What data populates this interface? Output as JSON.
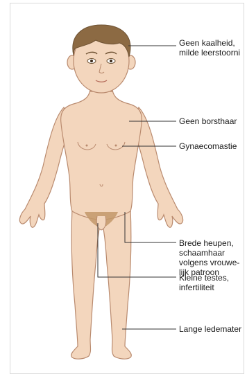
{
  "labels": {
    "baldness": "Geen kaalheid,\nmilde leerstoorni",
    "chest_hair": "Geen borsthaar",
    "gynecomastia": "Gynaecomastie",
    "hips": "Brede heupen,\nschaamhaar\nvolgens vrouwe-\nlijk patroon",
    "testes": "Kleine testes,\ninfertiliteit",
    "limbs": "Lange ledemater"
  },
  "colors": {
    "skin": "#f3d6bd",
    "skin_outline": "#b98a6e",
    "hair": "#8c6a43",
    "pubic_hair": "#c2986a",
    "leader_line": "#333333",
    "frame_border": "#d9d9d9"
  }
}
